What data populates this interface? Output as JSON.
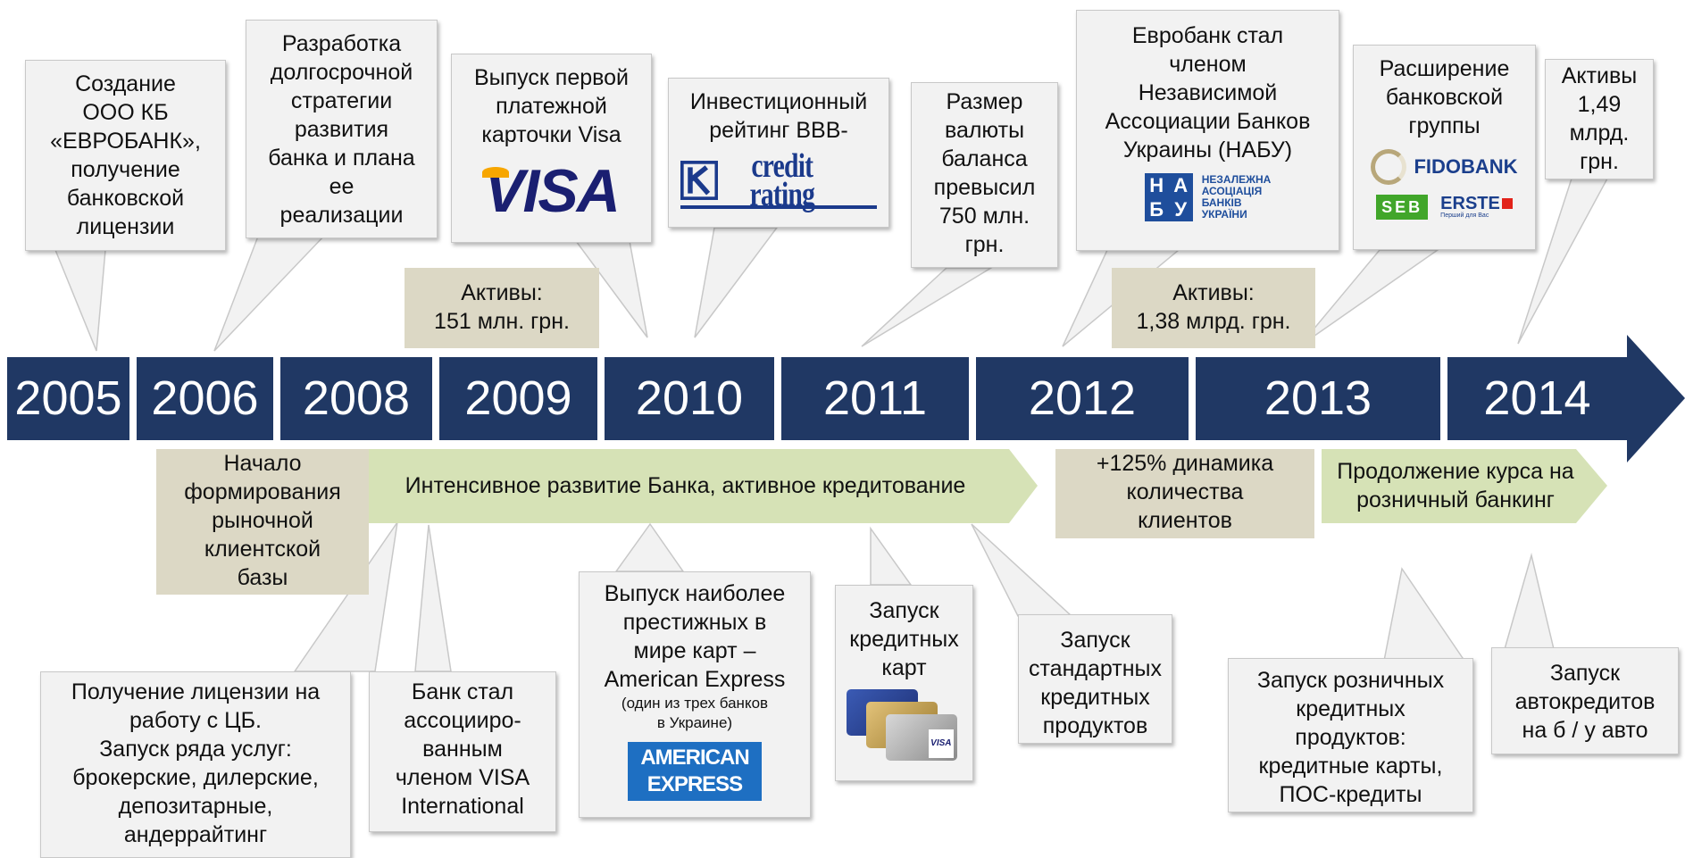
{
  "timeline": {
    "years": [
      "2005",
      "2006",
      "2008",
      "2009",
      "2010",
      "2011",
      "2012",
      "2013",
      "2014"
    ],
    "color": "#203864"
  },
  "top": {
    "c2005": [
      "Создание",
      "ООО КБ",
      "«ЕВРОБАНК»,",
      "получение",
      "банковской",
      "лицензии"
    ],
    "c2006": [
      "Разработка",
      "долгосрочной",
      "стратегии",
      "развития",
      "банка и плана",
      "ее",
      "реализации"
    ],
    "c2009": [
      "Выпуск первой",
      "платежной",
      "карточки Visa"
    ],
    "c2010": [
      "Инвестиционный",
      "рейтинг BBB-"
    ],
    "c2011": [
      "Размер",
      "валюты",
      "баланса",
      "превысил",
      "750 млн.",
      "грн."
    ],
    "c2012": [
      "Евробанк стал",
      "членом",
      "Независимой",
      "Ассоциации Банков",
      "Украины (НАБУ)"
    ],
    "c2013": [
      "Расширение",
      "банковской",
      "группы"
    ],
    "c2014": [
      "Активы",
      "1,49",
      "млрд.",
      "грн."
    ],
    "assets2009": [
      "Активы:",
      "151 млн. грн."
    ],
    "assets2012": [
      "Активы:",
      "1,38 млрд. грн."
    ]
  },
  "logos": {
    "visa": "VISA",
    "credit_rating": "credit rating",
    "nabu": [
      "НЕЗАЛЕЖНА",
      "АСОЦІАЦІЯ",
      "БАНКІВ",
      "УКРАЇНИ"
    ],
    "nabu_mark": [
      "Н",
      "А",
      "Б",
      "У"
    ],
    "fidobank": "FIDOBANK",
    "seb": "SEB",
    "erste": "ERSTE",
    "erste_sub": "Перший для Вас",
    "amex": [
      "AMERICAN",
      "EXPRESS"
    ],
    "card_visa": "VISA"
  },
  "bands": {
    "market_base": [
      "Начало",
      "формирования",
      "рыночной",
      "клиентской",
      "базы"
    ],
    "intensive": "Интенсивное развитие Банка, активное кредитование",
    "clients_growth": [
      "+125% динамика",
      "количества",
      "клиентов"
    ],
    "retail": [
      "Продолжение курса на",
      "розничный банкинг"
    ]
  },
  "bottom": {
    "license": [
      "Получение лицензии на",
      "работу с ЦБ.",
      "Запуск ряда услуг:",
      "брокерские, дилерские,",
      "депозитарные,",
      "андеррайтинг"
    ],
    "visa_member": [
      "Банк стал",
      "ассоцииро-",
      "ванным",
      "членом VISA",
      "International"
    ],
    "amex": [
      "Выпуск наиболее",
      "престижных в",
      "мире карт –",
      "American Express"
    ],
    "amex_note": [
      "(один из трех банков",
      "в Украине)"
    ],
    "credit_cards": [
      "Запуск",
      "кредитных",
      "карт"
    ],
    "standard": [
      "Запуск",
      "стандартных",
      "кредитных",
      "продуктов"
    ],
    "retail_products": [
      "Запуск розничных",
      "кредитных",
      "продуктов:",
      "кредитные карты,",
      "ПОС-кредиты"
    ],
    "auto": [
      "Запуск",
      "автокредитов",
      "на б / у авто"
    ]
  }
}
